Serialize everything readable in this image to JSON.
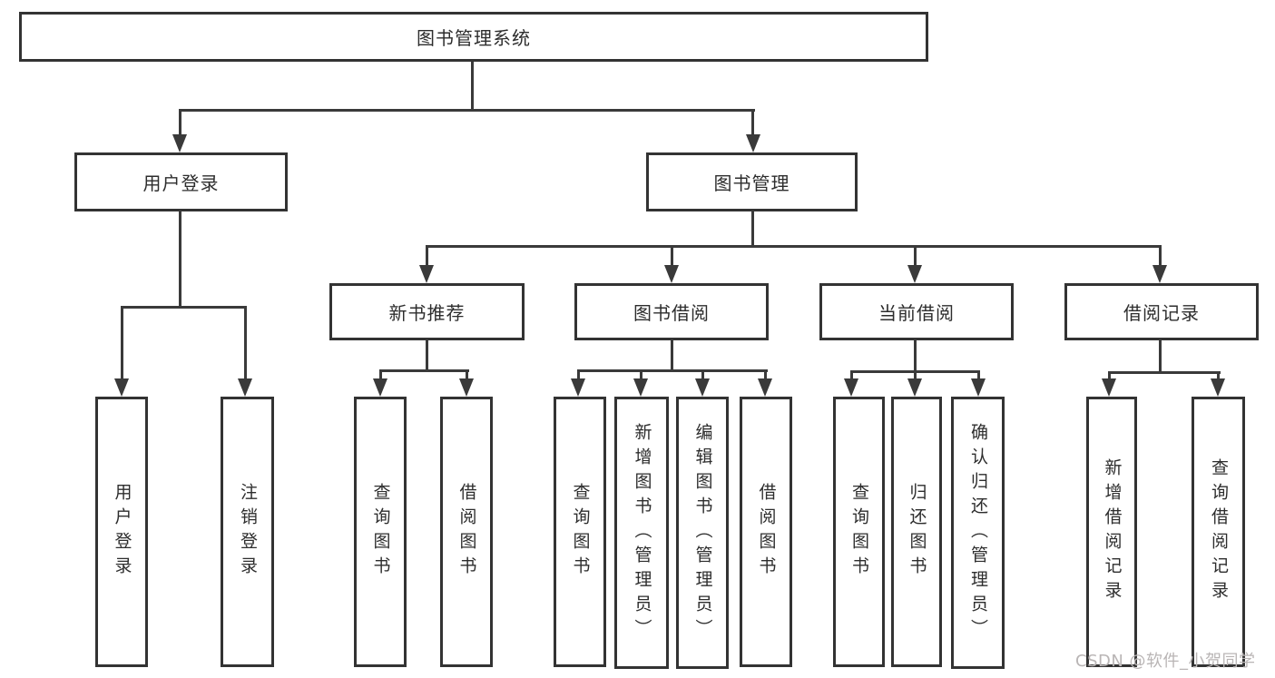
{
  "tree": {
    "root": {
      "label": "图书管理系统"
    },
    "branches": [
      {
        "label": "用户登录",
        "children": [
          {
            "label": "用户登录"
          },
          {
            "label": "注销登录"
          }
        ]
      },
      {
        "label": "图书管理",
        "children": [
          {
            "label": "新书推荐",
            "children": [
              {
                "label": "查询图书"
              },
              {
                "label": "借阅图书"
              }
            ]
          },
          {
            "label": "图书借阅",
            "children": [
              {
                "label": "查询图书"
              },
              {
                "label": "新增图书（管理员）"
              },
              {
                "label": "编辑图书（管理员）"
              },
              {
                "label": "借阅图书"
              }
            ]
          },
          {
            "label": "当前借阅",
            "children": [
              {
                "label": "查询图书"
              },
              {
                "label": "归还图书"
              },
              {
                "label": "确认归还（管理员）"
              }
            ]
          },
          {
            "label": "借阅记录",
            "children": [
              {
                "label": "新增借阅记录"
              },
              {
                "label": "查询借阅记录"
              }
            ]
          }
        ]
      }
    ]
  },
  "watermark": "CSDN @软件_小贺同学",
  "colors": {
    "line": "#3a3a3a",
    "border": "#333333",
    "text": "#2d2d2d",
    "watermark": "#b9b5b5",
    "background": "#ffffff"
  }
}
